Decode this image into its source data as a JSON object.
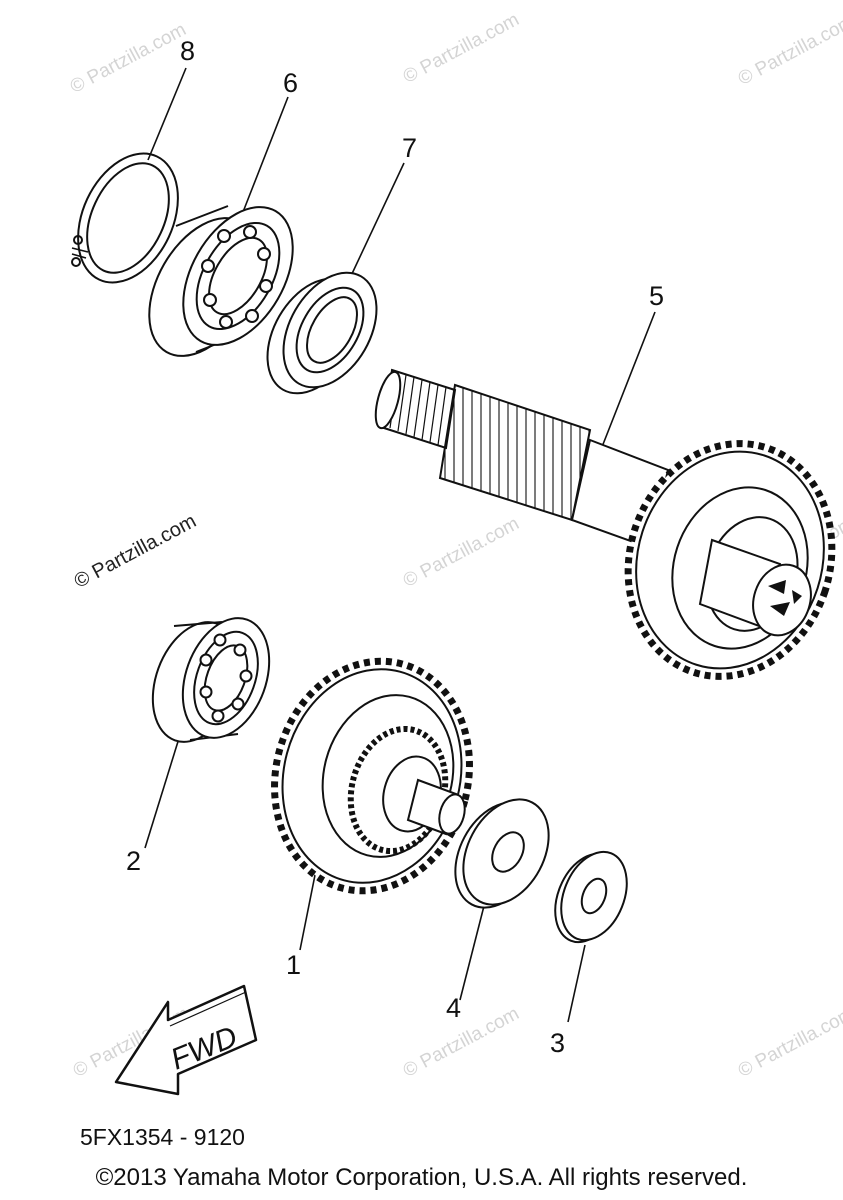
{
  "callouts": {
    "c1": "1",
    "c2": "2",
    "c3": "3",
    "c4": "4",
    "c5": "5",
    "c6": "6",
    "c7": "7",
    "c8": "8"
  },
  "watermark": "© Partzilla.com",
  "fwd_label": "FWD",
  "part_code": "5FX1354 - 9120",
  "copyright": "©2013 Yamaha Motor Corporation, U.S.A. All rights reserved.",
  "colors": {
    "ink": "#111111",
    "watermark": "#d4d4d4",
    "background": "#ffffff"
  }
}
